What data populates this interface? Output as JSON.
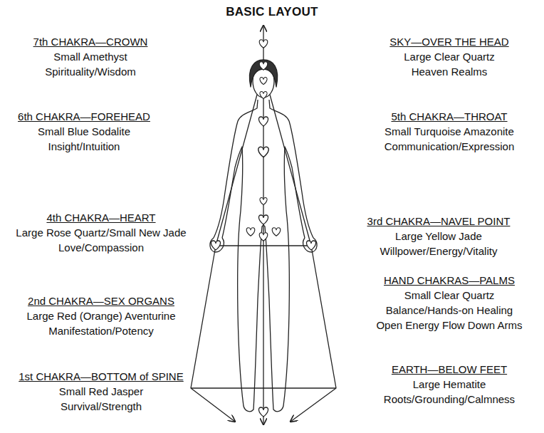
{
  "diagram": {
    "title": "BASIC LAYOUT",
    "labels": [
      "7th CHAKRA—CROWN",
      "Small Amethyst",
      "Spirituality/Wisdom",
      "SKY—OVER THE HEAD",
      "Large Clear Quartz",
      "Heaven Realms",
      "6th CHAKRA—FOREHEAD",
      "Small Blue Sodalite",
      "Insight/Intuition",
      "5th CHAKRA—THROAT",
      "Small Turquoise Amazonite",
      "Communication/Expression",
      "4th CHAKRA—HEART",
      "Large Rose Quartz/Small New Jade",
      "Love/Compassion",
      "3rd CHAKRA—NAVEL POINT",
      "Large Yellow Jade",
      "Willpower/Energy/Vitality",
      "HAND CHAKRAS—PALMS",
      "Small Clear Quartz",
      "Balance/Hands-on Healing",
      "Open Energy Flow Down Arms",
      "2nd CHAKRA—SEX ORGANS",
      "Large Red (Orange) Aventurine",
      "Manifestation/Potency",
      "EARTH—BELOW FEET",
      "Large Hematite",
      "Roots/Grounding/Calmness",
      "1st CHAKRA—BOTTOM of SPINE",
      "Small Red Jasper",
      "Survival/Strength"
    ]
  }
}
